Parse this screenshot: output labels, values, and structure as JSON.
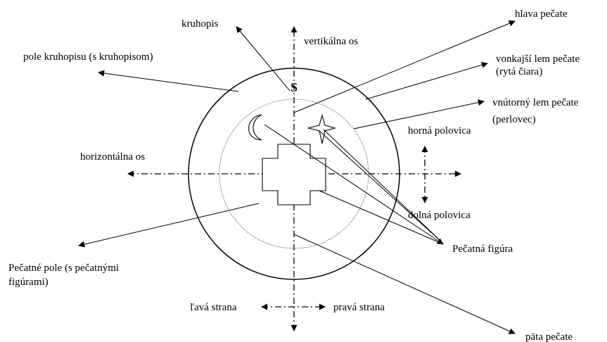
{
  "diagram": {
    "center_letter": "S",
    "labels": {
      "kruhopis": "kruhopis",
      "vertical_axis": "vertikálna os",
      "pole_kruhopisu": "pole kruhopisu (s kruhopisom)",
      "hlava": "hlava pečate",
      "vonkajsi_1": "vonkajší lem pečate",
      "vonkajsi_2": "(rytá čiara)",
      "vnutorny_1": "vnútorný lem pečate",
      "vnutorny_2": "(perlovec)",
      "horna": "horná polovica",
      "horizontal_axis": "horizontálna os",
      "dolna": "dolná polovica",
      "figura": "Pečatná figúra",
      "pecatne_pole_1": "Pečatné pole (s pečatnými",
      "pecatne_pole_2": "figúrami)",
      "lava": "ľavá strana",
      "prava": "pravá strana",
      "pata": "päta pečate"
    },
    "colors": {
      "ink": "#000000",
      "background": "#ffffff"
    }
  }
}
